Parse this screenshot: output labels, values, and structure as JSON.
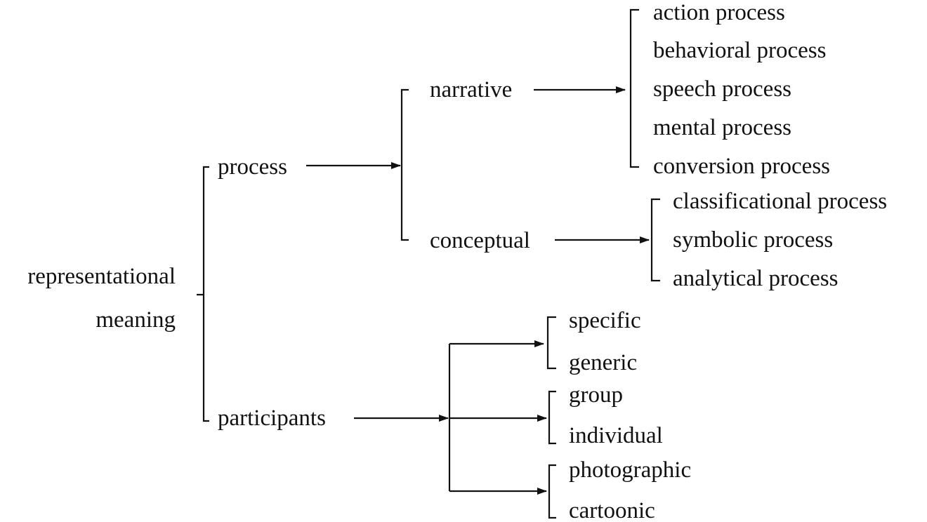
{
  "root": {
    "line1": "representational",
    "line2": "meaning"
  },
  "level1": {
    "process": "process",
    "participants": "participants"
  },
  "process_types": {
    "narrative": "narrative",
    "conceptual": "conceptual"
  },
  "narrative_items": [
    "action process",
    "behavioral process",
    "speech process",
    "mental process",
    "conversion process"
  ],
  "conceptual_items": [
    "classificational process",
    "symbolic process",
    "analytical process"
  ],
  "participant_groups": [
    {
      "items": [
        "specific",
        "generic"
      ]
    },
    {
      "items": [
        "group",
        "individual"
      ]
    },
    {
      "items": [
        "photographic",
        "cartoonic"
      ]
    }
  ]
}
